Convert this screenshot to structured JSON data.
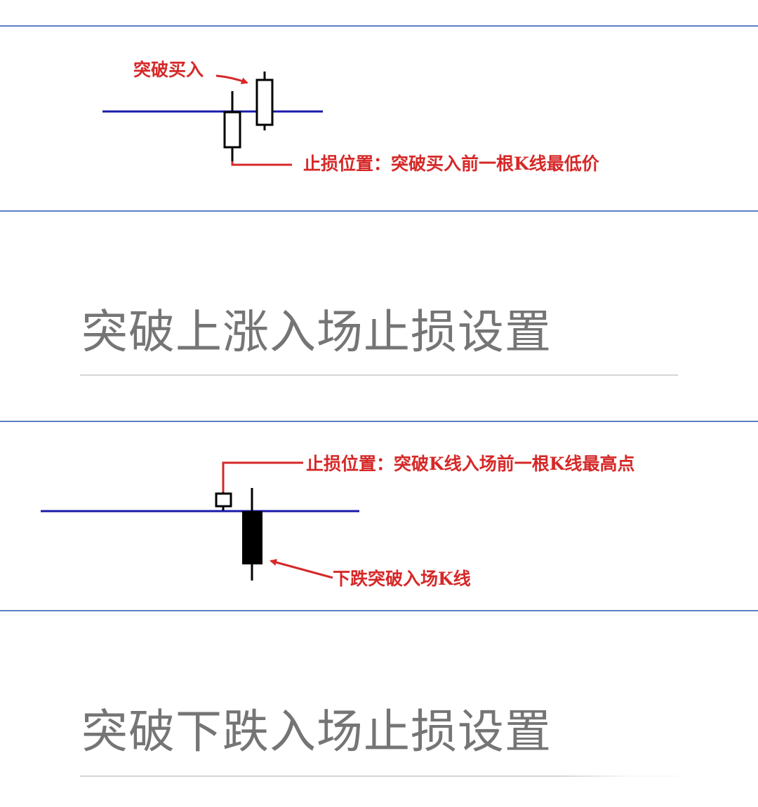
{
  "diagrams": [
    {
      "breakout_buy_label": "突破买入",
      "stop_loss_label": "止损位置：突破买入前一根K线最低价",
      "colors": {
        "level_line": "#1a1aa8",
        "annotation": "#d62828",
        "candle": "#000000"
      }
    },
    {
      "stop_loss_label": "止损位置：突破K线入场前一根K线最高点",
      "entry_candle_label": "下跌突破入场K线",
      "colors": {
        "level_line": "#1a1aa8",
        "annotation": "#d62828",
        "candle": "#000000"
      }
    }
  ],
  "sections": [
    {
      "title": "突破上涨入场止损设置"
    },
    {
      "title": "突破下跌入场止损设置"
    }
  ],
  "panel_border_color": "#5b7fc4"
}
